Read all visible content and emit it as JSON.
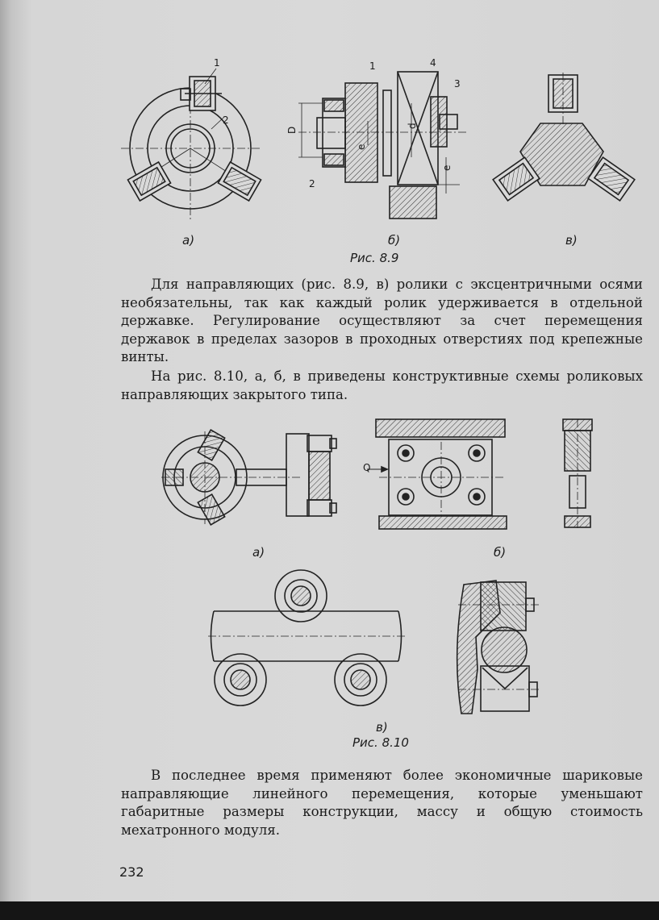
{
  "figure_8_9": {
    "caption": "Рис. 8.9",
    "panel_a": "а)",
    "panel_b": "б)",
    "panel_c": "в)",
    "labels": {
      "a_1": "1",
      "a_2": "2",
      "b_1": "1",
      "b_2": "2",
      "b_3": "3",
      "b_4": "4",
      "b_D": "D",
      "b_d": "d",
      "b_e": "e"
    }
  },
  "paragraph_1": "Для направляющих (рис. 8.9, в) ролики с эксцентричными осями необязательны, так как каждый ролик удерживается в отдельной державке. Регулирование осуществляют за счет перемещения державок в пределах зазоров в проходных отверстиях под крепежные винты.",
  "paragraph_2": "На рис. 8.10, а, б, в приведены конструктивные схемы роликовых направляющих закрытого типа.",
  "figure_8_10": {
    "caption": "Рис. 8.10",
    "panel_a": "а)",
    "panel_b": "б)",
    "panel_c": "в)",
    "labels": {
      "b_Q": "Q"
    }
  },
  "paragraph_3": "В последнее время применяют более экономичные шариковые направляющие линейного перемещения, которые уменьшают габаритные размеры конструкции, массу и общую стоимость мехатронного модуля.",
  "page_number": "232"
}
